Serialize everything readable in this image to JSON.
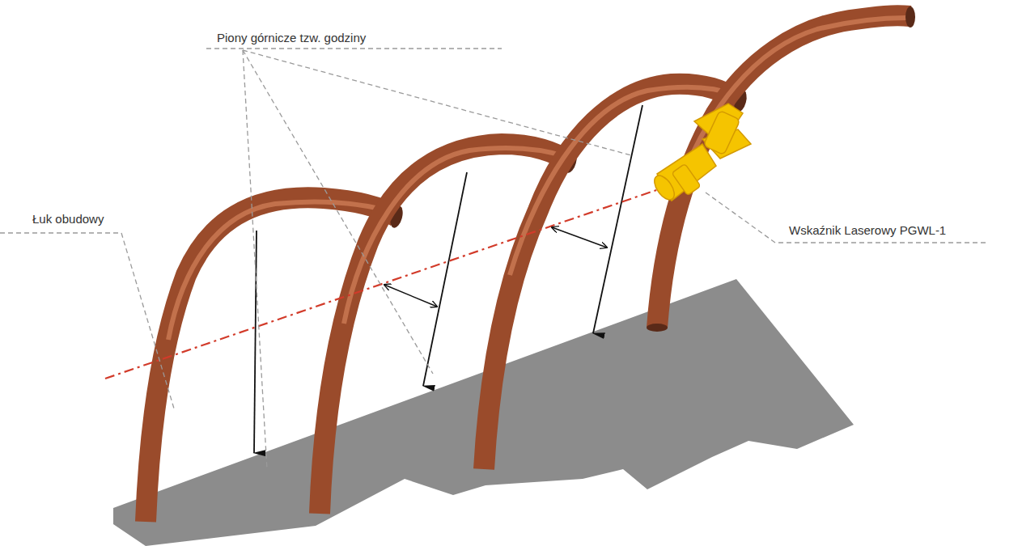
{
  "diagram": {
    "labels": [
      "Piony górnicze tzw. godziny",
      "Łuk obudowy",
      "Wskaźnik Laserowy PGWL-1"
    ]
  }
}
